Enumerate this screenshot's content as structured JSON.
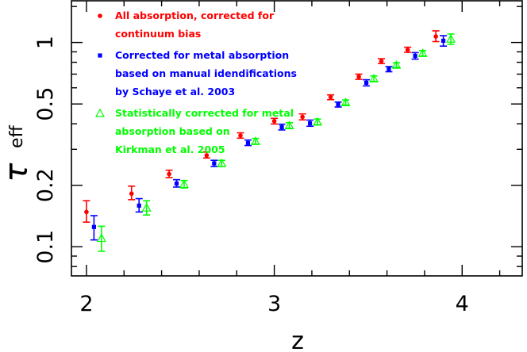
{
  "chart_data": {
    "type": "scatter",
    "xlabel": "z",
    "ylabel_symbol": "τ",
    "ylabel_subscript": "eff",
    "x_scale": "linear",
    "y_scale": "log",
    "xlim": [
      1.92,
      4.32
    ],
    "ylim": [
      0.072,
      1.6
    ],
    "x_ticks": [
      {
        "value": 2,
        "label": "2"
      },
      {
        "value": 3,
        "label": "3"
      },
      {
        "value": 4,
        "label": "4"
      }
    ],
    "y_ticks": [
      {
        "value": 0.1,
        "label": "0.1"
      },
      {
        "value": 0.2,
        "label": "0.2"
      },
      {
        "value": 0.5,
        "label": "0.5"
      },
      {
        "value": 1,
        "label": "1"
      }
    ],
    "grid": false,
    "legend_position": "top-left",
    "series": [
      {
        "name_lines": [
          "All absorption, corrected for",
          "continuum bias"
        ],
        "marker": "circle",
        "color": "#ff0000",
        "points": [
          {
            "x": 2.0,
            "y": 0.148,
            "lo": 0.132,
            "hi": 0.168
          },
          {
            "x": 2.24,
            "y": 0.182,
            "lo": 0.17,
            "hi": 0.198
          },
          {
            "x": 2.44,
            "y": 0.227,
            "lo": 0.218,
            "hi": 0.237
          },
          {
            "x": 2.64,
            "y": 0.28,
            "lo": 0.272,
            "hi": 0.291
          },
          {
            "x": 2.82,
            "y": 0.35,
            "lo": 0.34,
            "hi": 0.361
          },
          {
            "x": 3.0,
            "y": 0.412,
            "lo": 0.399,
            "hi": 0.425
          },
          {
            "x": 3.15,
            "y": 0.432,
            "lo": 0.418,
            "hi": 0.447
          },
          {
            "x": 3.3,
            "y": 0.54,
            "lo": 0.525,
            "hi": 0.554
          },
          {
            "x": 3.45,
            "y": 0.68,
            "lo": 0.66,
            "hi": 0.7
          },
          {
            "x": 3.57,
            "y": 0.81,
            "lo": 0.789,
            "hi": 0.833
          },
          {
            "x": 3.71,
            "y": 0.92,
            "lo": 0.895,
            "hi": 0.948
          },
          {
            "x": 3.86,
            "y": 1.07,
            "lo": 1.01,
            "hi": 1.14
          }
        ]
      },
      {
        "name_lines": [
          "Corrected for metal absorption",
          "based on manual idendifications",
          "by Schaye et al. 2003"
        ],
        "marker": "square",
        "color": "#0000ff",
        "points": [
          {
            "x": 2.04,
            "y": 0.125,
            "lo": 0.108,
            "hi": 0.142
          },
          {
            "x": 2.28,
            "y": 0.159,
            "lo": 0.148,
            "hi": 0.172
          },
          {
            "x": 2.48,
            "y": 0.204,
            "lo": 0.196,
            "hi": 0.213
          },
          {
            "x": 2.68,
            "y": 0.256,
            "lo": 0.247,
            "hi": 0.265
          },
          {
            "x": 2.86,
            "y": 0.322,
            "lo": 0.313,
            "hi": 0.333
          },
          {
            "x": 3.04,
            "y": 0.385,
            "lo": 0.373,
            "hi": 0.398
          },
          {
            "x": 3.19,
            "y": 0.402,
            "lo": 0.389,
            "hi": 0.417
          },
          {
            "x": 3.34,
            "y": 0.497,
            "lo": 0.483,
            "hi": 0.511
          },
          {
            "x": 3.49,
            "y": 0.635,
            "lo": 0.613,
            "hi": 0.657
          },
          {
            "x": 3.61,
            "y": 0.74,
            "lo": 0.719,
            "hi": 0.762
          },
          {
            "x": 3.75,
            "y": 0.86,
            "lo": 0.829,
            "hi": 0.892
          },
          {
            "x": 3.9,
            "y": 1.02,
            "lo": 0.96,
            "hi": 1.08
          }
        ]
      },
      {
        "name_lines": [
          "Statistically corrected for metal",
          "absorption based on",
          "Kirkman et al. 2005"
        ],
        "marker": "triangle",
        "color": "#00ff00",
        "points": [
          {
            "x": 2.08,
            "y": 0.11,
            "lo": 0.095,
            "hi": 0.126
          },
          {
            "x": 2.32,
            "y": 0.155,
            "lo": 0.143,
            "hi": 0.168
          },
          {
            "x": 2.52,
            "y": 0.202,
            "lo": 0.194,
            "hi": 0.211
          },
          {
            "x": 2.72,
            "y": 0.256,
            "lo": 0.247,
            "hi": 0.265
          },
          {
            "x": 2.9,
            "y": 0.328,
            "lo": 0.318,
            "hi": 0.339
          },
          {
            "x": 3.08,
            "y": 0.392,
            "lo": 0.38,
            "hi": 0.405
          },
          {
            "x": 3.23,
            "y": 0.408,
            "lo": 0.395,
            "hi": 0.422
          },
          {
            "x": 3.38,
            "y": 0.508,
            "lo": 0.494,
            "hi": 0.523
          },
          {
            "x": 3.53,
            "y": 0.665,
            "lo": 0.645,
            "hi": 0.686
          },
          {
            "x": 3.65,
            "y": 0.775,
            "lo": 0.755,
            "hi": 0.796
          },
          {
            "x": 3.79,
            "y": 0.885,
            "lo": 0.858,
            "hi": 0.913
          },
          {
            "x": 3.94,
            "y": 1.04,
            "lo": 0.98,
            "hi": 1.1
          }
        ]
      }
    ]
  }
}
